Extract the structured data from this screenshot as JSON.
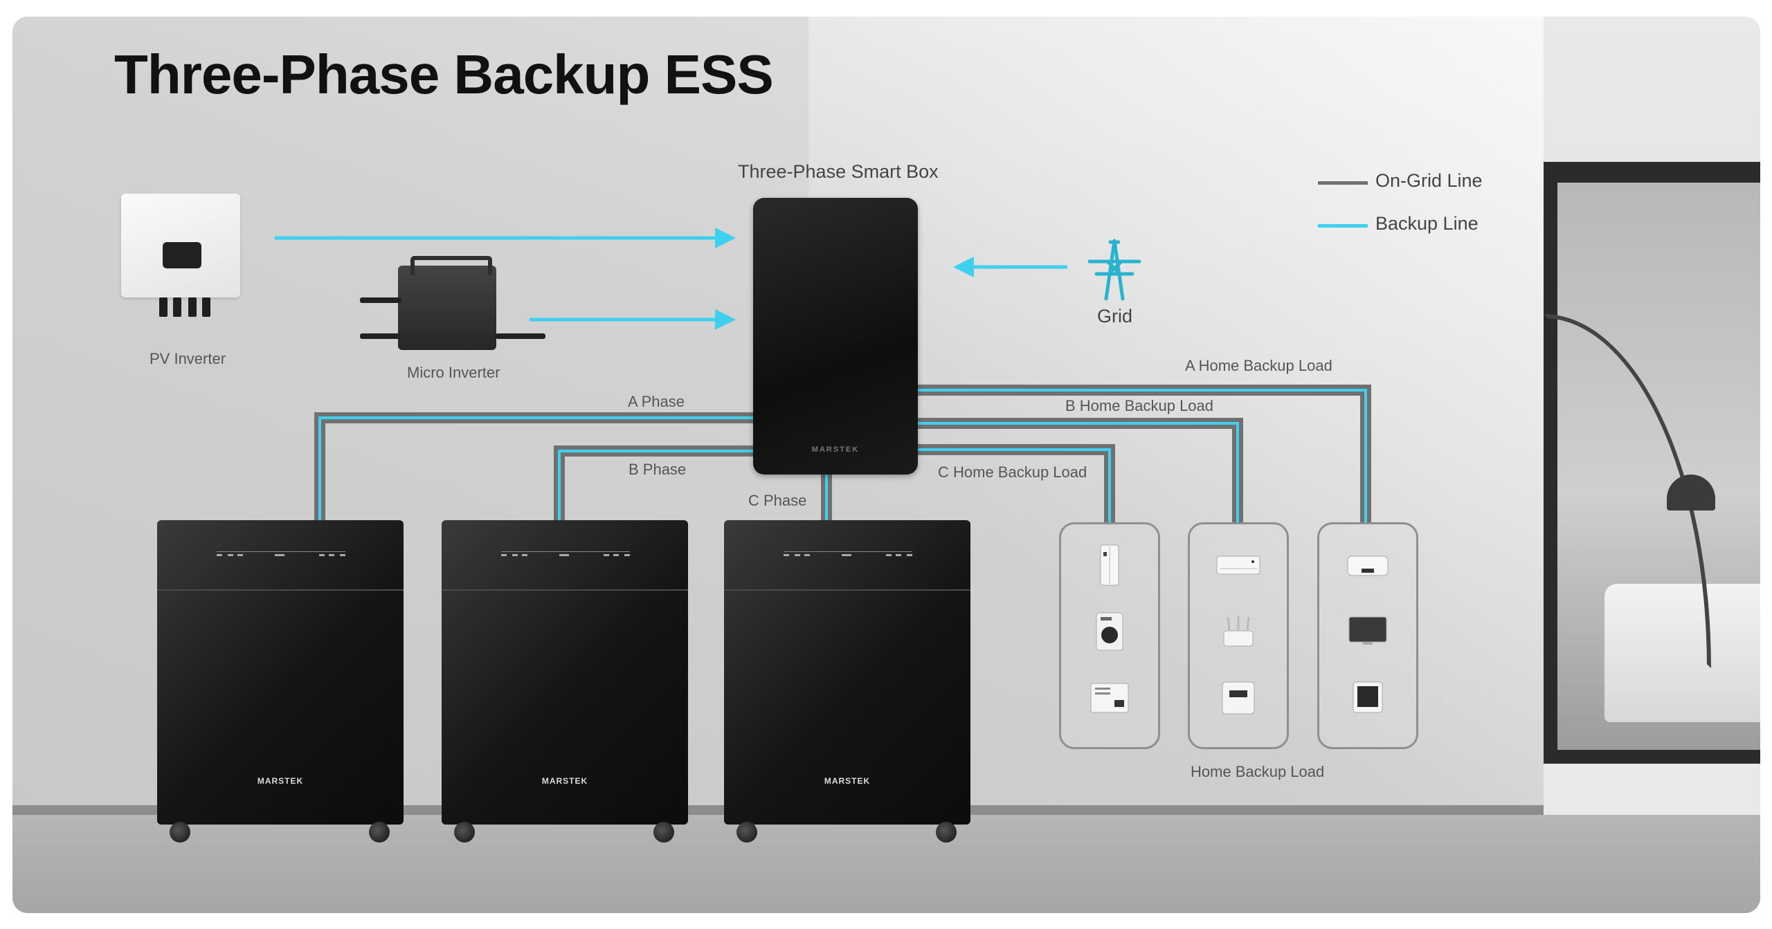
{
  "title": "Three-Phase Backup ESS",
  "components": {
    "smart_box": "Three-Phase Smart Box",
    "pv_inverter": "PV Inverter",
    "micro_inverter": "Micro Inverter",
    "grid": "Grid",
    "battery_brand": "MARSTEK",
    "smart_box_brand": "MARSTEK"
  },
  "phases": {
    "a": "A Phase",
    "b": "B Phase",
    "c": "C Phase"
  },
  "loads": {
    "a": "A Home Backup Load",
    "b": "B Home Backup Load",
    "c": "C Home Backup Load",
    "group": "Home Backup Load"
  },
  "legend": {
    "on_grid": "On-Grid Line",
    "backup": "Backup Line"
  },
  "colors": {
    "on_grid_line": "#707070",
    "backup_line": "#3fd0ef"
  },
  "icons": {
    "grid": "power-tower-icon",
    "load_c": [
      "refrigerator-icon",
      "washing-machine-icon",
      "control-panel-icon"
    ],
    "load_b": [
      "air-conditioner-icon",
      "wifi-router-icon",
      "microwave-icon"
    ],
    "load_a": [
      "projector-icon",
      "tv-icon",
      "monitor-icon"
    ]
  }
}
